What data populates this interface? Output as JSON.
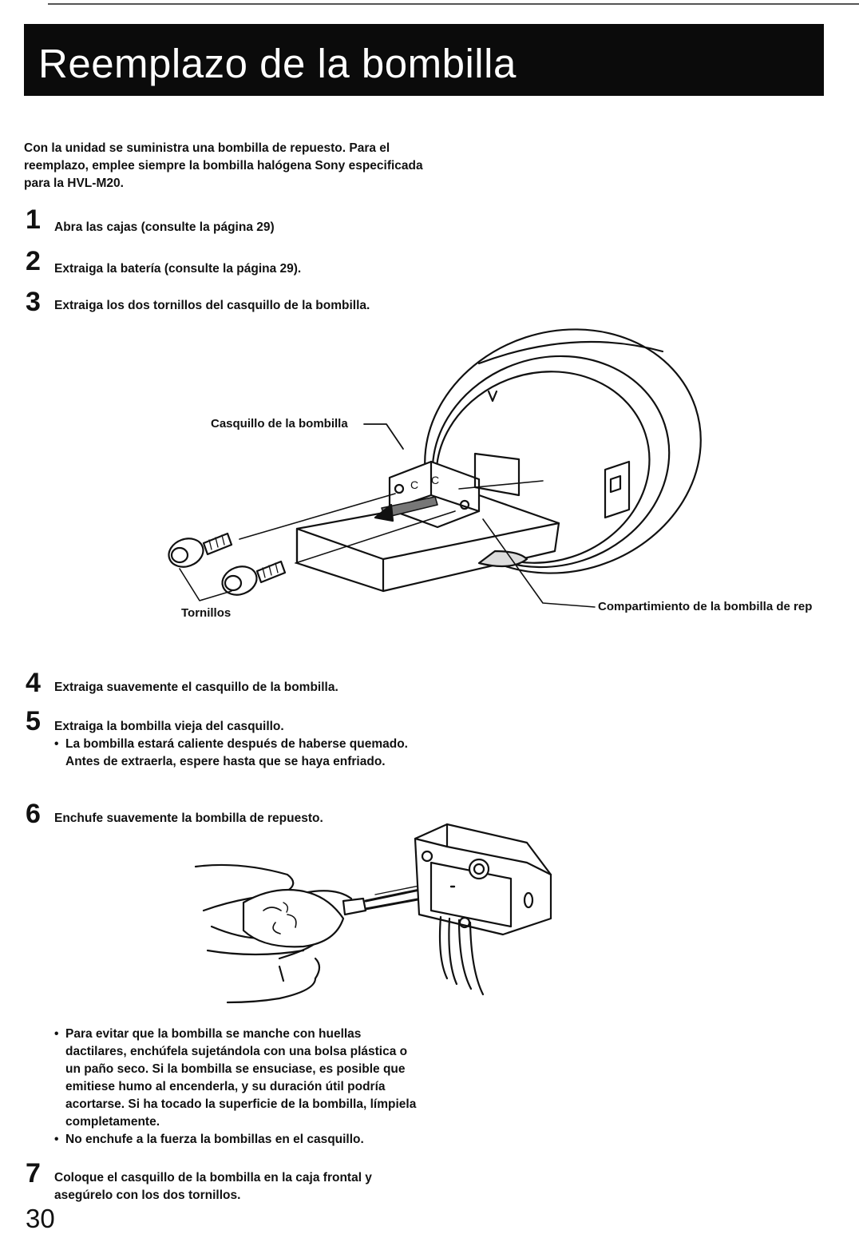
{
  "page": {
    "title": "Reemplazo de la bombilla",
    "intro": "Con la unidad se suministra una bombilla de repuesto. Para el reemplazo, emplee siempre la bombilla halógena Sony especificada para la HVL-M20.",
    "page_number": "30"
  },
  "steps": [
    {
      "number": "1",
      "text": "Abra las cajas (consulte la página 29)"
    },
    {
      "number": "2",
      "text": "Extraiga la batería (consulte la página 29)."
    },
    {
      "number": "3",
      "text": "Extraiga los dos tornillos del casquillo de la bombilla."
    },
    {
      "number": "4",
      "text": "Extraiga suavemente el casquillo de la bombilla."
    },
    {
      "number": "5",
      "text": "Extraiga la bombilla vieja del casquillo."
    },
    {
      "number": "6",
      "text": "Enchufe suavemente la bombilla de repuesto."
    },
    {
      "number": "7",
      "text": "Coloque el casquillo de la bombilla en la caja frontal y asegúrelo con los dos tornillos."
    }
  ],
  "notes": {
    "step5": "La bombilla estará caliente después de haberse quemado. Antes de extraerla, espere hasta que se haya enfriado.",
    "step6_a": "Para evitar que la bombilla se manche con huellas dactilares, enchúfela sujetándola con una bolsa plástica o un paño seco. Si la bombilla se ensuciase, es posible que emitiese humo al encenderla, y su duración útil podría acortarse. Si ha tocado la superficie de la bombilla, límpiela completamente.",
    "step6_b": "No enchufe a la fuerza la bombillas en el casquillo.",
    "bullet": "•"
  },
  "figure1": {
    "label_socket": "Casquillo de la bombilla",
    "label_screws": "Tornillos",
    "label_compartment": "Compartimiento de la bombilla de rep"
  }
}
